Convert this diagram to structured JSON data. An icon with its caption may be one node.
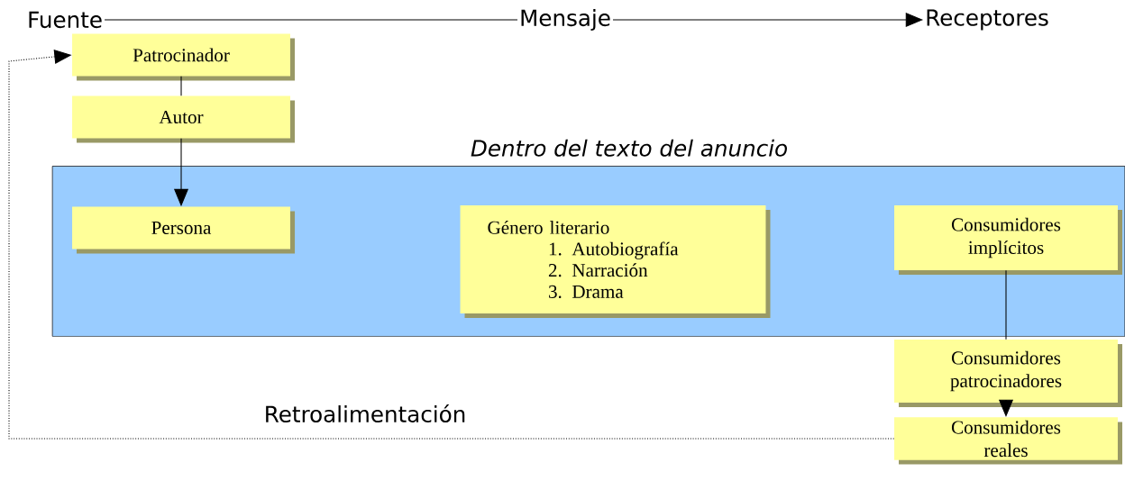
{
  "diagram": {
    "nodes": [
      {
        "text": [
          "Fuente"
        ]
      },
      {
        "text": [
          "Mensaje"
        ]
      },
      {
        "text": [
          "Receptores"
        ]
      },
      {
        "text": [
          "Patrocinador"
        ]
      },
      {
        "text": [
          "Autor"
        ]
      },
      {
        "text": [
          "Dentro del texto del anuncio"
        ]
      },
      {
        "text": [
          "Persona"
        ],
        "in": 5
      },
      {
        "text": [
          "Género literario",
          "1. Autobiografía",
          "2. Narración",
          "3. Drama"
        ],
        "in": 5
      },
      {
        "text": [
          "Consumidores implícitos"
        ],
        "in": 5
      },
      {
        "text": [
          "Consumidores patrocinadores"
        ]
      },
      {
        "text": [
          "Consumidores reales"
        ]
      }
    ],
    "edges": [
      {
        "from": 0,
        "to": 1,
        "arrow": "none"
      },
      {
        "from": 1,
        "to": 2,
        "arrow": "to"
      },
      {
        "from": 3,
        "to": 4,
        "arrow": "none"
      },
      {
        "from": 4,
        "to": 6,
        "arrow": "to"
      },
      {
        "from": 8,
        "to": 9,
        "arrow": "none"
      },
      {
        "from": 9,
        "to": 10,
        "arrow": "to"
      },
      {
        "from": 10,
        "to": 3,
        "arrow": "to",
        "style": "dashed",
        "label": "Retroalimentación"
      }
    ]
  }
}
